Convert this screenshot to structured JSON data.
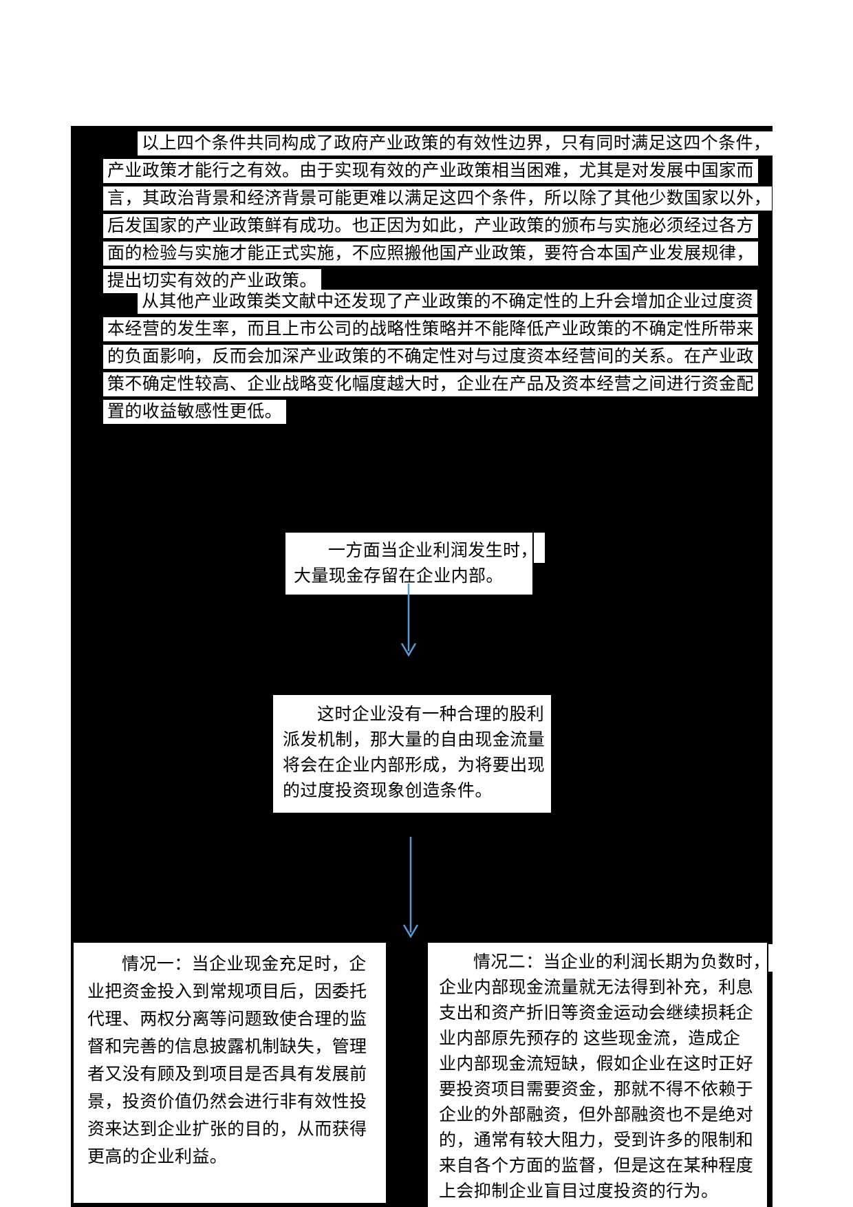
{
  "colors": {
    "page_background": "#ffffff",
    "canvas_background": "#000000",
    "box_background": "#ffffff",
    "text": "#000000",
    "border": "#000000",
    "arrow": "#5B9BD5"
  },
  "paragraphs": [
    {
      "lines": [
        {
          "text": "以上四个条件共同构成了政府产业政策的有效性边界，只有同时满足这四个条件，",
          "indent": true
        },
        {
          "text": "产业政策才能行之有效。由于实现有效的产业政策相当困难，尤其是对发展中国家而",
          "indent": false
        },
        {
          "text": "言，其政治背景和经济背景可能更难以满足这四个条件，所以除了其他少数国家以外，",
          "indent": false
        },
        {
          "text": "后发国家的产业政策鲜有成功。也正因为如此，产业政策的颁布与实施必须经过各方",
          "indent": false
        },
        {
          "text": "面的检验与实施才能正式实施，不应照搬他国产业政策，要符合本国产业发展规律，",
          "indent": false
        },
        {
          "text": "提出切实有效的产业政策。",
          "indent": false
        }
      ]
    },
    {
      "lines": [
        {
          "text": "从其他产业政策类文献中还发现了产业政策的不确定性的上升会增加企业过度资",
          "indent": true
        },
        {
          "text": "本经营的发生率，而且上市公司的战略性策略并不能降低产业政策的不确定性所带来",
          "indent": false
        },
        {
          "text": "的负面影响，反而会加深产业政策的不确定性对与过度资本经营间的关系。在产业政",
          "indent": false
        },
        {
          "text": "策不确定性较高、企业战略变化幅度越大时，企业在产品及资本经营之间进行资金配",
          "indent": false
        },
        {
          "text": "置的收益敏感性更低。",
          "indent": false
        }
      ]
    }
  ],
  "flowchart": {
    "box1": {
      "lines": [
        {
          "text": "一方面当企业利润发生时，",
          "indent": true
        },
        {
          "text": "大量现金存留在企业内部。",
          "indent": false
        }
      ]
    },
    "box2": {
      "lines": [
        {
          "text": "这时企业没有一种合理的股利",
          "indent": true
        },
        {
          "text": "派发机制，那大量的自由现金流量",
          "indent": false
        },
        {
          "text": "将会在企业内部形成，为将要出现",
          "indent": false
        },
        {
          "text": "的过度投资现象创造条件。",
          "indent": false
        }
      ]
    },
    "case_left": {
      "lines": [
        {
          "text": "情况一：当企业现金充足时，企",
          "indent": true
        },
        {
          "text": "业把资金投入到常规项目后，因委托",
          "indent": false
        },
        {
          "text": "代理、两权分离等问题致使合理的监",
          "indent": false
        },
        {
          "text": "督和完善的信息披露机制缺失，管理",
          "indent": false
        },
        {
          "text": "者又没有顾及到项目是否具有发展前",
          "indent": false
        },
        {
          "text": "景，投资价值仍然会进行非有效性投",
          "indent": false
        },
        {
          "text": "资来达到企业扩张的目的，从而获得",
          "indent": false
        },
        {
          "text": "更高的企业利益。",
          "indent": false
        }
      ]
    },
    "case_right": {
      "lines": [
        {
          "text": "情况二：当企业的利润长期为负数时，",
          "indent": true
        },
        {
          "text": "企业内部现金流量就无法得到补充，利息",
          "indent": false
        },
        {
          "text": "支出和资产折旧等资金运动会继续损耗企",
          "indent": false
        },
        {
          "text": "业内部原先预存的 这些现金流，造成企",
          "indent": false
        },
        {
          "text": "业内部现金流短缺，假如企业在这时正好",
          "indent": false
        },
        {
          "text": "要投资项目需要资金，那就不得不依赖于",
          "indent": false
        },
        {
          "text": "企业的外部融资，但外部融资也不是绝对",
          "indent": false
        },
        {
          "text": "的，通常有较大阻力，受到许多的限制和",
          "indent": false
        },
        {
          "text": "来自各个方面的监督，但是这在某种程度",
          "indent": false
        },
        {
          "text": "上会抑制企业盲目过度投资的行为。",
          "indent": false
        }
      ]
    }
  }
}
